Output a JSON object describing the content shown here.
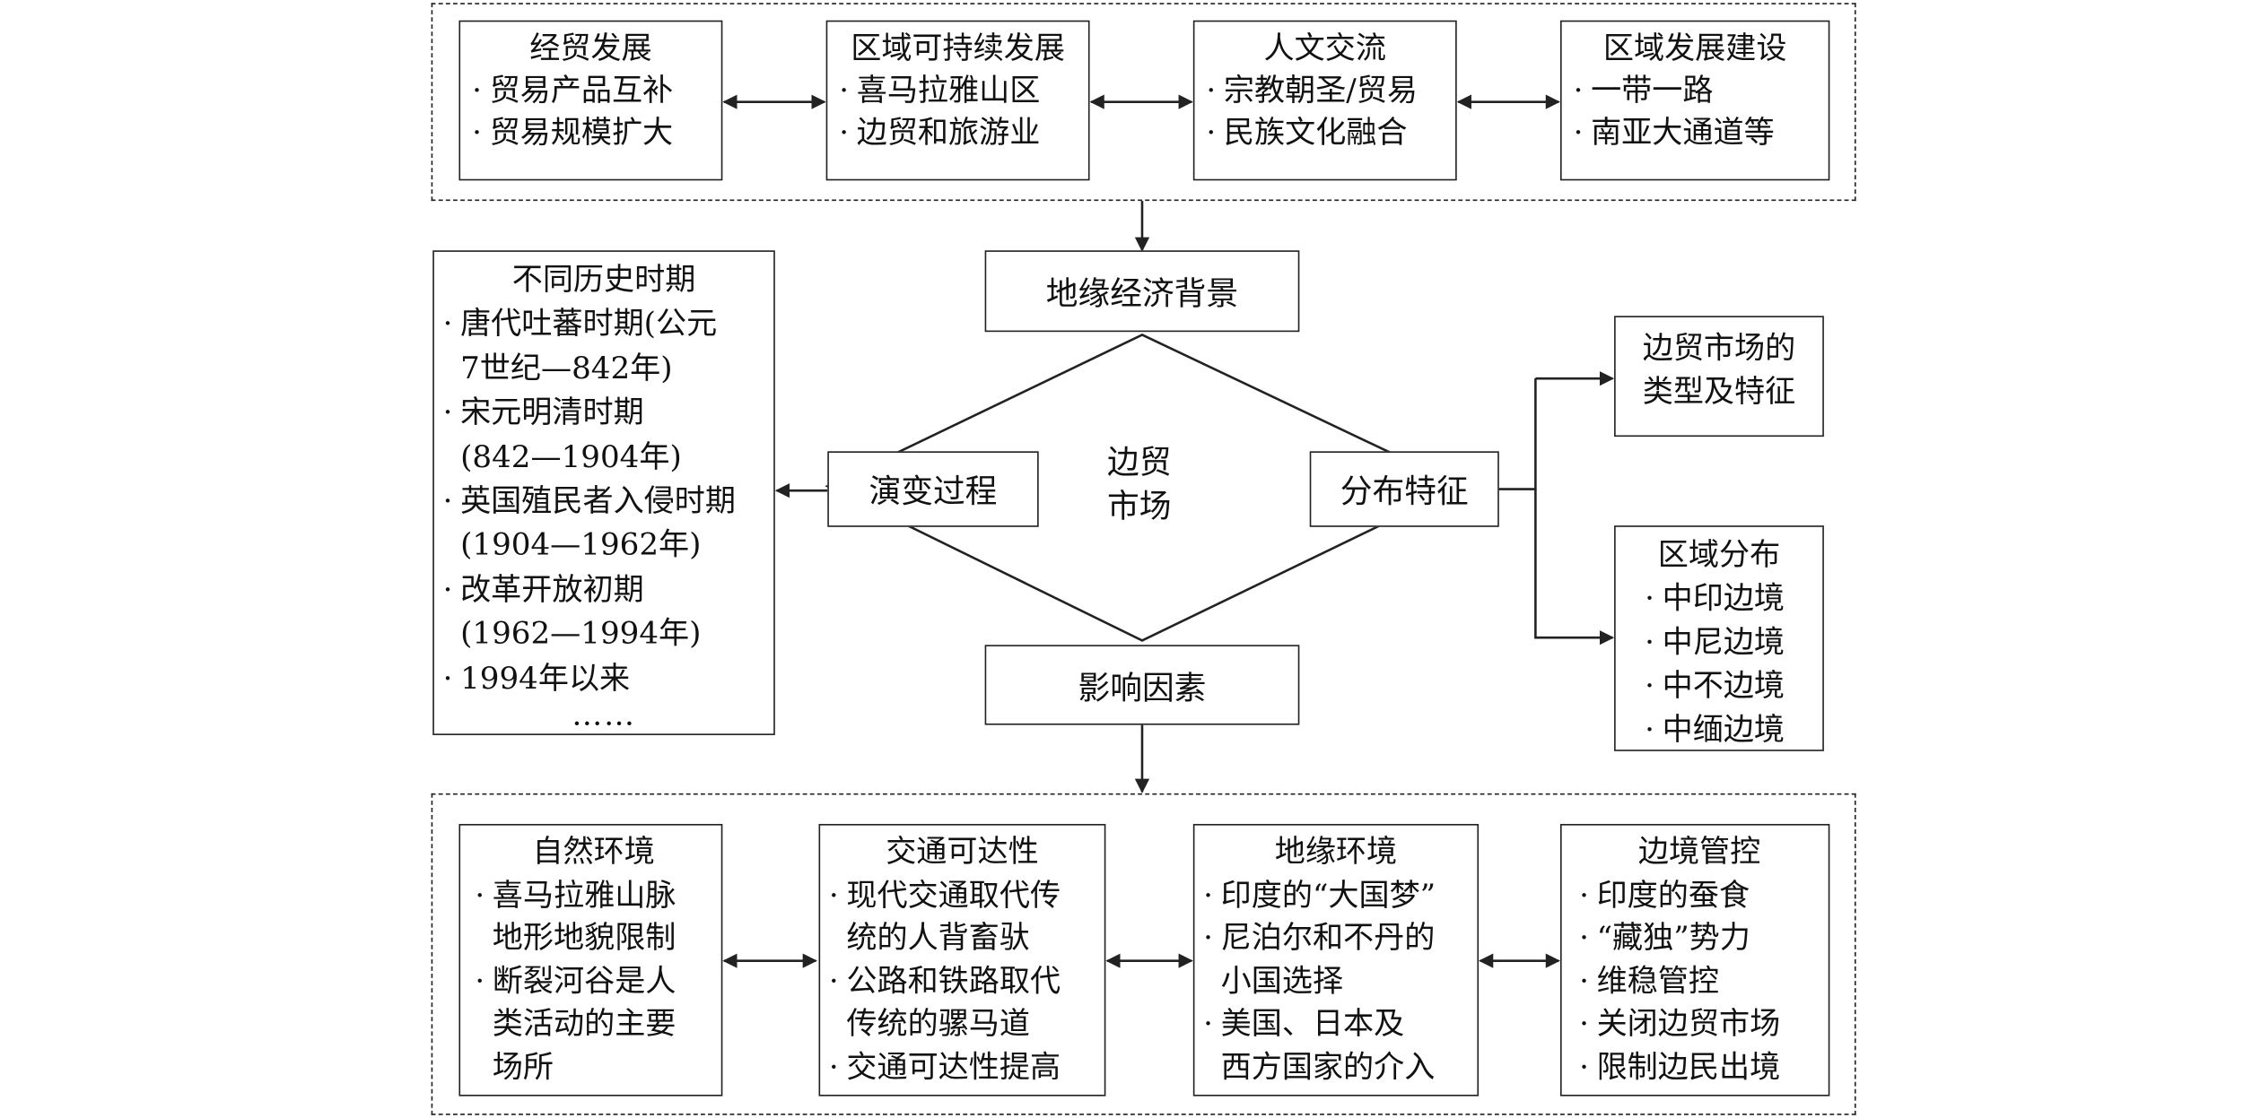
{
  "top_group": [
    {
      "title": "经贸发展",
      "items": [
        "贸易产品互补",
        "贸易规模扩大"
      ]
    },
    {
      "title": "区域可持续发展",
      "items": [
        "喜马拉雅山区",
        "边贸和旅游业"
      ]
    },
    {
      "title": "人文交流",
      "items": [
        "宗教朝圣/贸易",
        "民族文化融合"
      ]
    },
    {
      "title": "区域发展建设",
      "items": [
        "一带一路",
        "南亚大通道等"
      ]
    }
  ],
  "bottom_group": [
    {
      "title": "自然环境",
      "items": [
        "喜马拉雅山脉\n地形地貌限制",
        "断裂河谷是人\n类活动的主要\n场所"
      ]
    },
    {
      "title": "交通可达性",
      "items": [
        "现代交通取代传\n统的人背畜驮",
        "公路和铁路取代\n传统的骡马道",
        "交通可达性提高"
      ]
    },
    {
      "title": "地缘环境",
      "items": [
        "印度的“大国梦”",
        "尼泊尔和不丹的\n小国选择",
        "美国、日本及\n西方国家的介入"
      ]
    },
    {
      "title": "边境管控",
      "items": [
        "印度的蚕食",
        "“藏独”势力",
        "维稳管控",
        "关闭边贸市场",
        "限制边民出境"
      ]
    }
  ],
  "history": {
    "title": "不同历史时期",
    "items": [
      "唐代吐蕃时期(公元\n7世纪—842年)",
      "宋元明清时期\n(842—1904年)",
      "英国殖民者入侵时期\n(1904—1962年)",
      "改革开放初期\n(1962—1994年)",
      "1994年以来"
    ],
    "ellipsis": "……"
  },
  "diamond": {
    "top": "地缘经济背景",
    "left": "演变过程",
    "right": "分布特征",
    "bottom": "影响因素",
    "center": "边贸\n市场"
  },
  "market_types": {
    "title": "边贸市场的\n类型及特征"
  },
  "regional": {
    "title": "区域分布",
    "items": [
      "中印边境",
      "中尼边境",
      "中不边境",
      "中缅边境"
    ]
  },
  "bullet": "·"
}
